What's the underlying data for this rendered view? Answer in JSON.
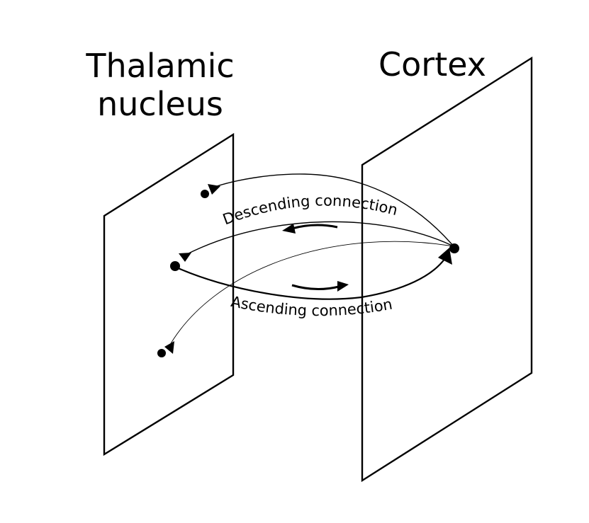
{
  "labels": {
    "thalamic_line1": "Thalamic",
    "thalamic_line2": "nucleus",
    "cortex": "Cortex",
    "descending": "Descending connection",
    "ascending": "Ascending connection"
  },
  "colors": {
    "stroke": "#000000",
    "background": "#ffffff"
  }
}
